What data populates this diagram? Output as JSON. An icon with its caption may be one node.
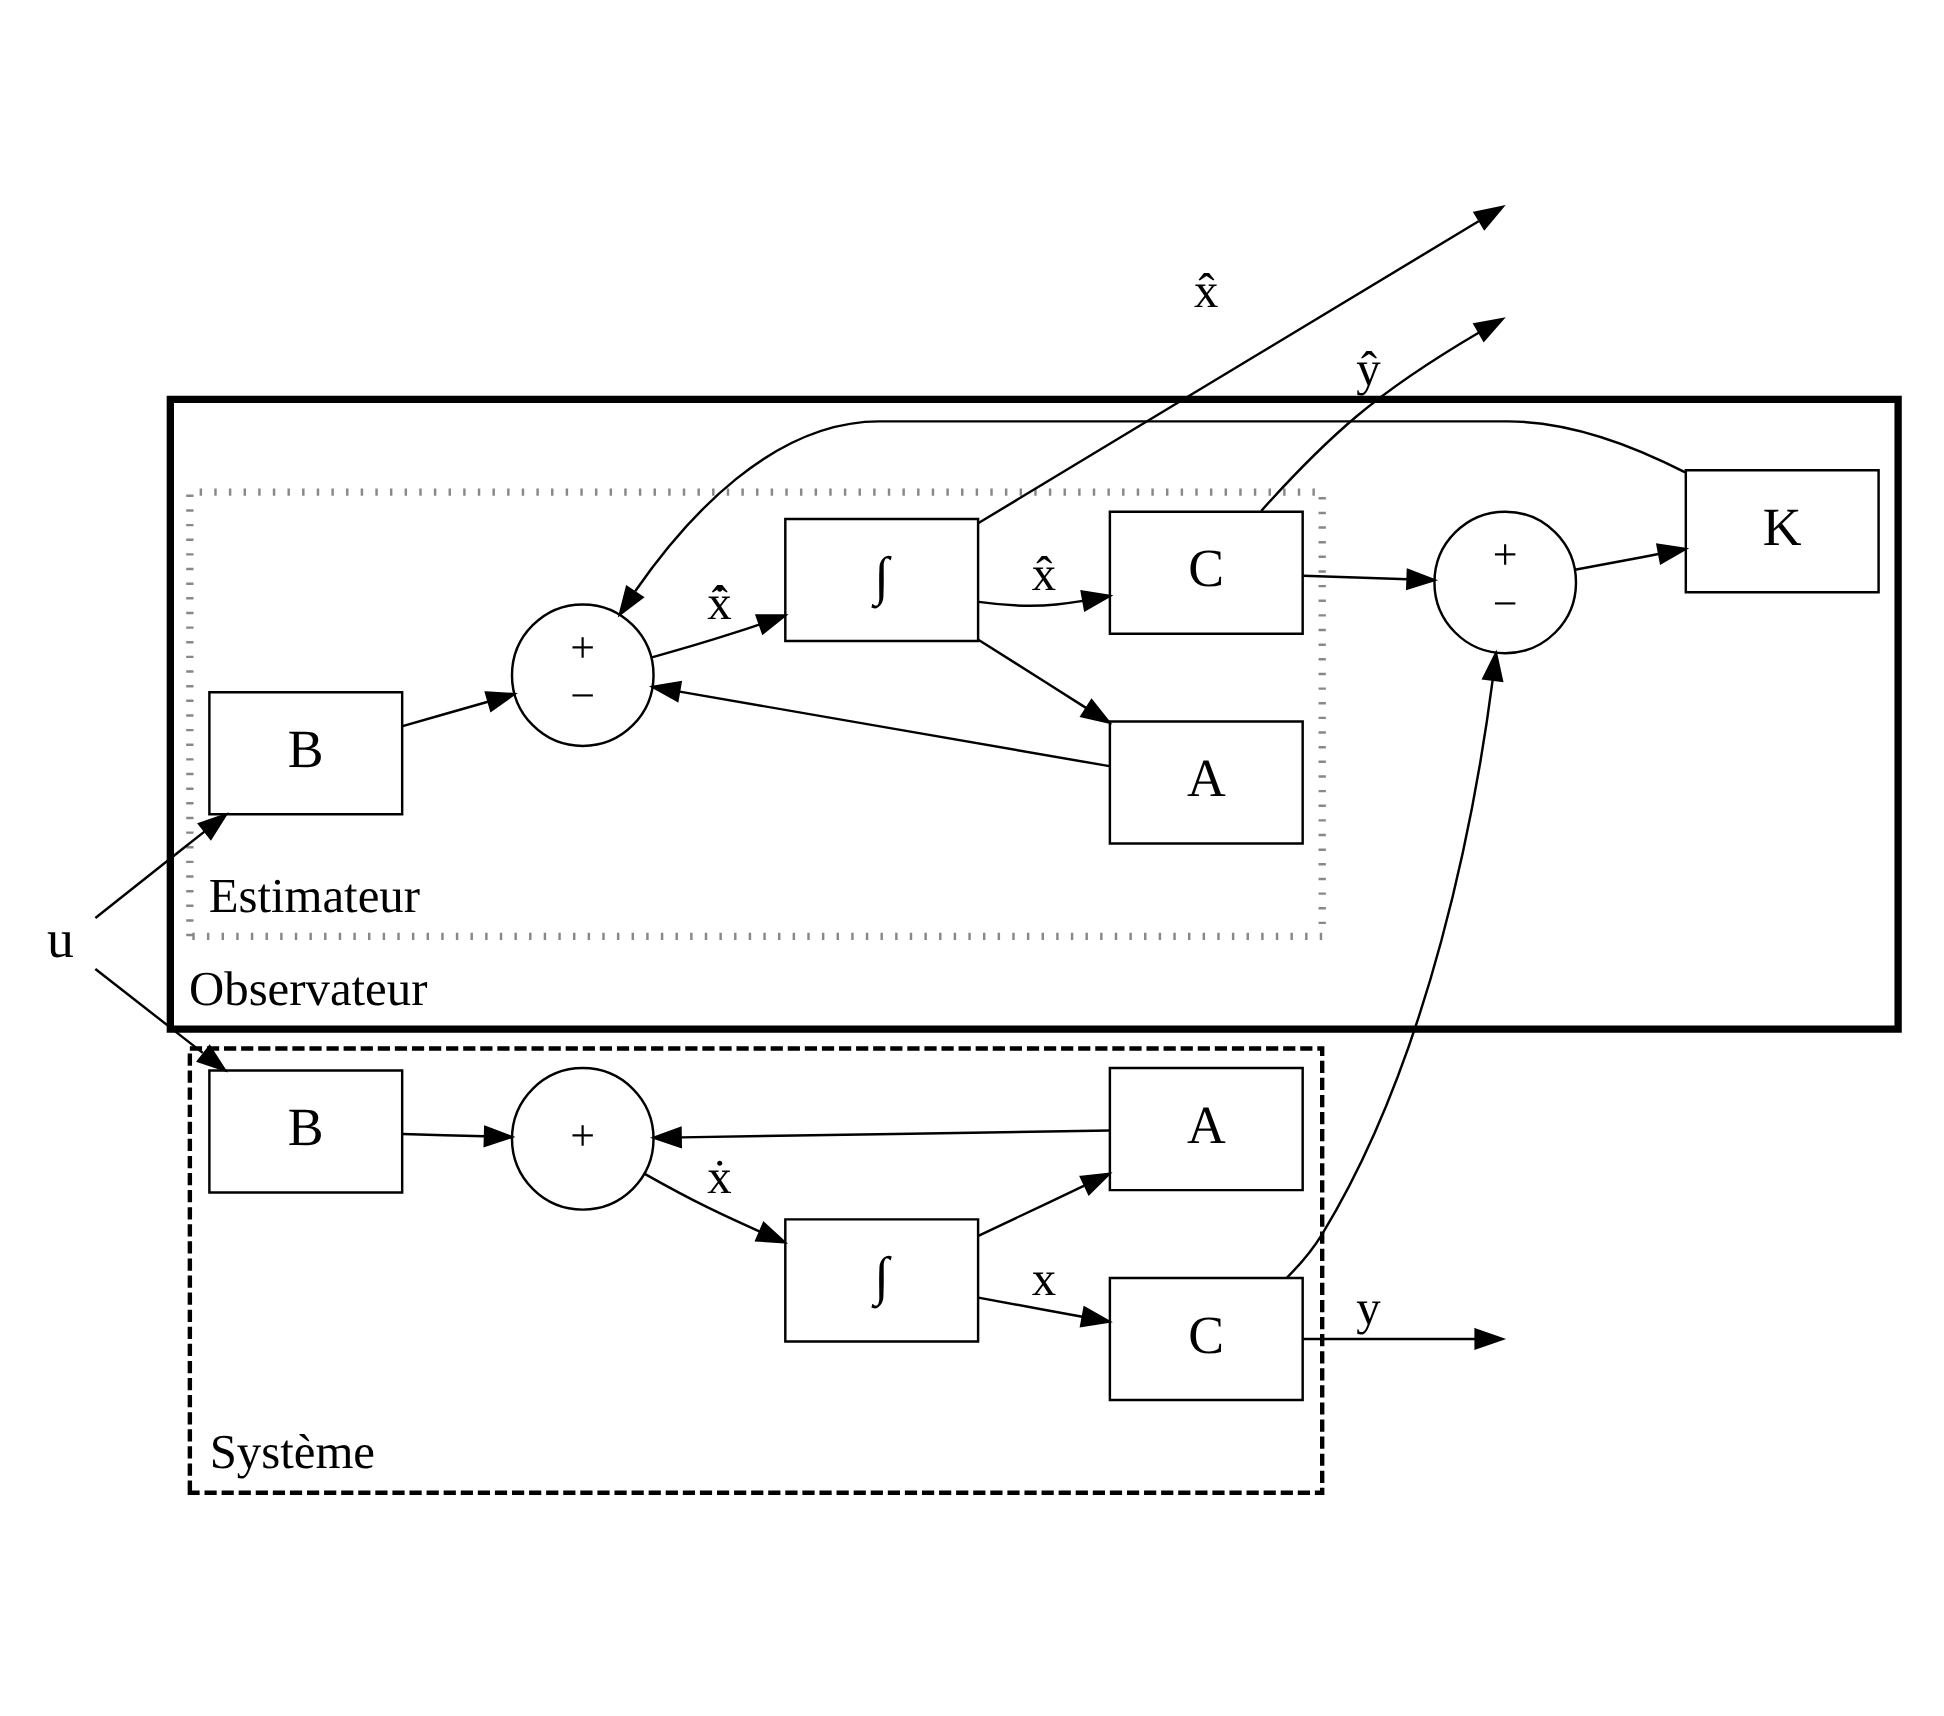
{
  "diagram": {
    "nodes": [
      {
        "text": [
          "Système"
        ]
      },
      {
        "text": [
          "u"
        ]
      },
      {
        "text": [
          "B"
        ],
        "in": 0
      },
      {
        "text": [
          "+"
        ],
        "in": 0
      },
      {
        "text": [
          "∫"
        ],
        "in": 0
      },
      {
        "text": [
          "C"
        ],
        "in": 0
      },
      {
        "text": [
          "A"
        ],
        "in": 0
      },
      {
        "text": [
          "Observateur"
        ]
      },
      {
        "text": [
          "K"
        ],
        "in": 7
      },
      {
        "text": [
          "+",
          "−"
        ],
        "in": 7
      },
      {
        "text": [
          "Estimateur"
        ],
        "in": 7
      },
      {
        "text": [
          "B"
        ],
        "in": 10
      },
      {
        "text": [
          "+",
          "−"
        ],
        "in": 10
      },
      {
        "text": [
          "∫"
        ],
        "in": 10
      },
      {
        "text": [
          "C"
        ],
        "in": 10
      },
      {
        "text": [
          "A"
        ],
        "in": 10
      }
    ],
    "edges": [
      {
        "from": 1,
        "to": 2,
        "arrow": "to"
      },
      {
        "from": 1,
        "to": 11,
        "arrow": "to"
      },
      {
        "from": 2,
        "to": 3,
        "arrow": "to"
      },
      {
        "from": 3,
        "to": 4,
        "arrow": "to",
        "label": "ẋ"
      },
      {
        "from": 4,
        "to": 5,
        "arrow": "to",
        "label": "x"
      },
      {
        "from": 4,
        "to": 6,
        "arrow": "to"
      },
      {
        "from": 6,
        "to": 3,
        "arrow": "to"
      },
      {
        "from": 5,
        "to": null,
        "arrow": "to",
        "label": "y"
      },
      {
        "from": 5,
        "to": 9,
        "arrow": "to"
      },
      {
        "from": 9,
        "to": 8,
        "arrow": "to"
      },
      {
        "from": 8,
        "to": 12,
        "arrow": "to"
      },
      {
        "from": 11,
        "to": 12,
        "arrow": "to"
      },
      {
        "from": 12,
        "to": 13,
        "arrow": "to",
        "label": "x̂̇"
      },
      {
        "from": 13,
        "to": 14,
        "arrow": "to",
        "label": "x̂"
      },
      {
        "from": 13,
        "to": 15,
        "arrow": "to"
      },
      {
        "from": 15,
        "to": 12,
        "arrow": "to"
      },
      {
        "from": 14,
        "to": null,
        "arrow": "to",
        "label": "ŷ"
      },
      {
        "from": 14,
        "to": 9,
        "arrow": "to"
      },
      {
        "from": 13,
        "to": null,
        "arrow": "to",
        "label": "x̂"
      }
    ]
  }
}
